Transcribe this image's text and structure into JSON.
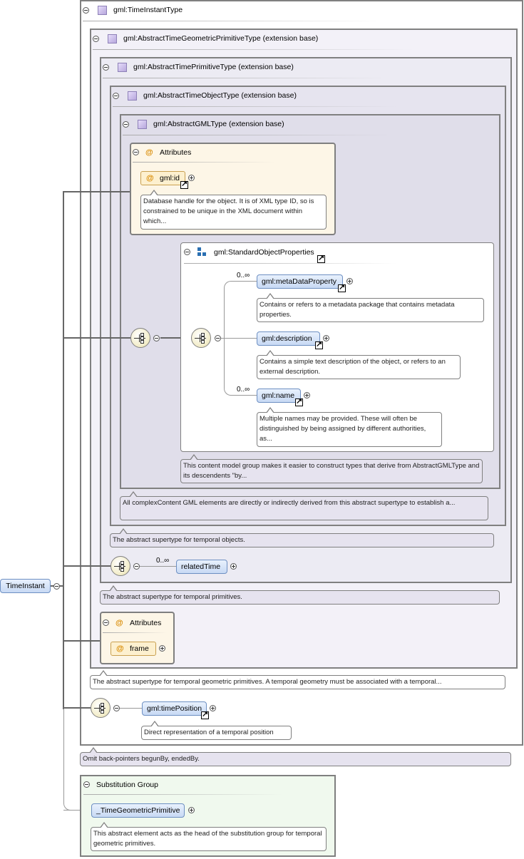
{
  "root_element": {
    "name": "TimeInstant"
  },
  "types": {
    "time_instant_type": "gml:TimeInstantType",
    "abstract_time_geometric_primitive": "gml:AbstractTimeGeometricPrimitiveType (extension base)",
    "abstract_time_primitive": "gml:AbstractTimePrimitiveType (extension base)",
    "abstract_time_object": "gml:AbstractTimeObjectType (extension base)",
    "abstract_gml": "gml:AbstractGMLType (extension base)"
  },
  "attributes_gml": {
    "header": "Attributes",
    "id_name": "gml:id",
    "id_doc": "Database handle for the object. It is of XML type ID, so is constrained to be unique in the XML document within which..."
  },
  "standard_object_properties": {
    "name": "gml:StandardObjectProperties",
    "meta_occ": "0..∞",
    "meta_name": "gml:metaDataProperty",
    "meta_doc": "Contains or refers to a metadata package that contains metadata properties.",
    "desc_name": "gml:description",
    "desc_doc": "Contains a simple text description of the object, or refers to an external description.",
    "name_occ": "0..∞",
    "name_name": "gml:name",
    "name_doc": "Multiple names may be provided. These will often be distinguished by being assigned by different authorities, as...",
    "group_doc": "This content model group makes it easier to construct types that derive from AbstractGMLType and its descendents \"by..."
  },
  "docs": {
    "abstract_gml_doc": "All complexContent GML elements are directly or indirectly derived from this abstract supertype to establish a...",
    "time_object_doc": "The abstract supertype for temporal objects.",
    "time_primitive_doc": "The abstract supertype for temporal primitives.",
    "time_geometric_doc": "The abstract supertype for temporal geometric primitives. A temporal geometry must be associated with a temporal...",
    "time_position_doc": "Direct representation of a temporal position",
    "time_instant_doc": "Omit back-pointers begunBy, endedBy."
  },
  "related_time": {
    "occ": "0..∞",
    "name": "relatedTime"
  },
  "attributes_frame": {
    "header": "Attributes",
    "name": "frame"
  },
  "time_position": {
    "name": "gml:timePosition"
  },
  "substitution_group": {
    "header": "Substitution Group",
    "name": "_TimeGeometricPrimitive",
    "doc": "This abstract element acts as the head of the substitution group for temporal geometric primitives."
  }
}
